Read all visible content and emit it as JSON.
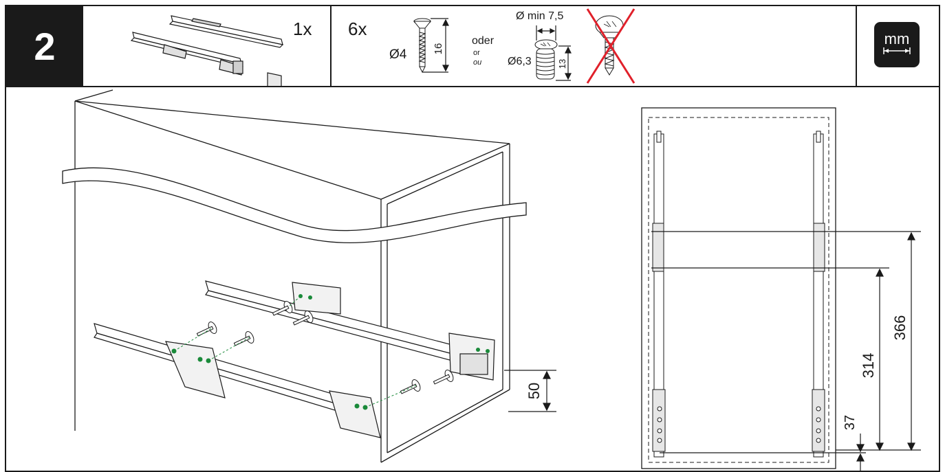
{
  "header": {
    "step_number": "2",
    "rails": {
      "quantity": "1x"
    },
    "screws": {
      "quantity": "6x",
      "chipboard_diameter": "Ø4",
      "chipboard_length": "16",
      "separator": {
        "de": "oder",
        "en": "or",
        "fr": "ou"
      },
      "euro_min_diameter": "Ø min 7,5",
      "euro_diameter": "Ø6,3",
      "euro_length": "13"
    },
    "unit": "mm"
  },
  "dimensions": {
    "front_setback": "50",
    "bottom_offset": "37",
    "lower_height": "314",
    "upper_height": "366"
  },
  "colors": {
    "ink": "#1a1a1a",
    "accent_green": "#1a8a3a",
    "prohibited_red": "#e0202a"
  }
}
